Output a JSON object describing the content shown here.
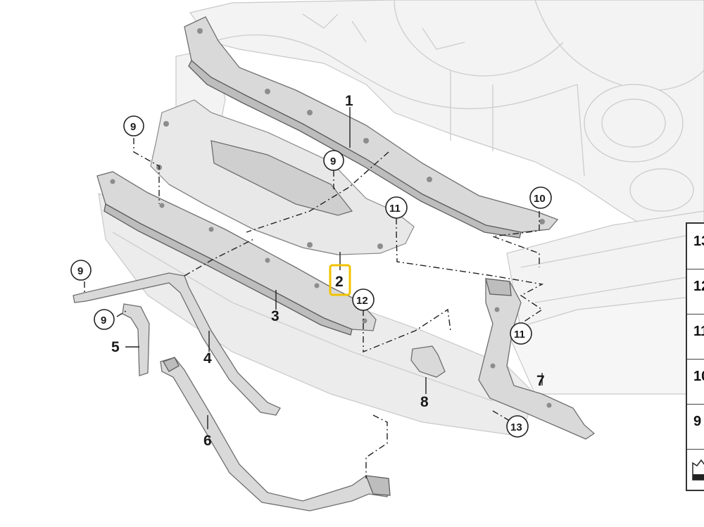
{
  "callouts": {
    "c1": "1",
    "c2": "2",
    "c3": "3",
    "c4": "4",
    "c5": "5",
    "c6": "6",
    "c7": "7",
    "c8": "8",
    "c9a": "9",
    "c9b": "9",
    "c9c": "9",
    "c9d": "9",
    "c10": "10",
    "c11a": "11",
    "c11b": "11",
    "c12": "12",
    "c13": "13"
  },
  "highlight": {
    "part": "2",
    "color": "#f2c200"
  },
  "legend": {
    "rows": [
      "13",
      "12",
      "11",
      "10",
      "9"
    ],
    "icon": "tray-icon"
  }
}
